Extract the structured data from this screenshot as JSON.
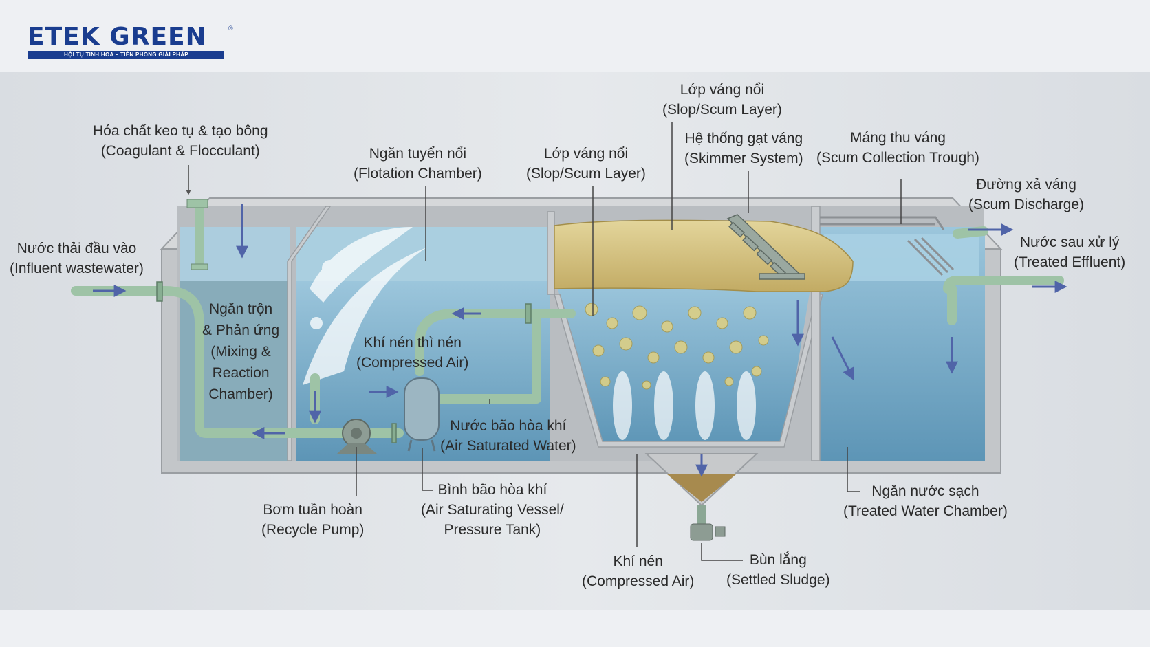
{
  "brand": {
    "name": "ETEK GREEN",
    "registered": "®",
    "tagline": "HỘI TỤ TINH HOA – TIÊN PHONG GIẢI PHÁP",
    "color": "#1a3d8f"
  },
  "colors": {
    "water": "#8fbdd6",
    "water_dark": "#5d95b6",
    "concrete": "#c7c9cb",
    "pipe": "#a9c9b0",
    "scum": "#d9c98a",
    "arrow": "#5064a8"
  },
  "labels": {
    "coagulant": {
      "vi": "Hóa chất keo tụ & tạo bông",
      "en": "(Coagulant & Flocculant)"
    },
    "influent": {
      "vi": "Nước thải đầu vào",
      "en": "(Influent wastewater)"
    },
    "mixing": {
      "l1": "Ngăn trộn",
      "l2": "& Phản ứng",
      "l3": "(Mixing &",
      "l4": "Reaction",
      "l5": "Chamber)"
    },
    "flotation": {
      "vi": "Ngăn tuyển nổi",
      "en": "(Flotation Chamber)"
    },
    "scum_layer_1": {
      "vi": "Lớp váng nổi",
      "en": "(Slop/Scum Layer)"
    },
    "scum_layer_2": {
      "vi": "Lớp váng nổi",
      "en": "(Slop/Scum Layer)"
    },
    "skimmer": {
      "vi": "Hệ thống gạt váng",
      "en": "(Skimmer System)"
    },
    "trough": {
      "vi": "Máng thu váng",
      "en": "(Scum Collection Trough)"
    },
    "scum_discharge": {
      "vi": "Đường xả váng",
      "en": "(Scum Discharge)"
    },
    "effluent": {
      "vi": "Nước sau xử lý",
      "en": "(Treated Effluent)"
    },
    "compressed_air_1": {
      "vi": "Khí nén thì nén",
      "en": "(Compressed Air)"
    },
    "saturated_water": {
      "vi": "Nước bão hòa khí",
      "en": "(Air Saturated Water)"
    },
    "pump": {
      "vi": "Bơm tuần hoàn",
      "en": "(Recycle Pump)"
    },
    "vessel": {
      "vi": "Bình bão hòa khí",
      "en1": "(Air Saturating Vessel/",
      "en2": "Pressure Tank)"
    },
    "compressed_air_2": {
      "vi": "Khí nén",
      "en": "(Compressed Air)"
    },
    "sludge": {
      "vi": "Bùn lắng",
      "en": "(Settled Sludge)"
    },
    "clean_water": {
      "vi": "Ngăn nước sạch",
      "en": "(Treated Water Chamber)"
    }
  }
}
